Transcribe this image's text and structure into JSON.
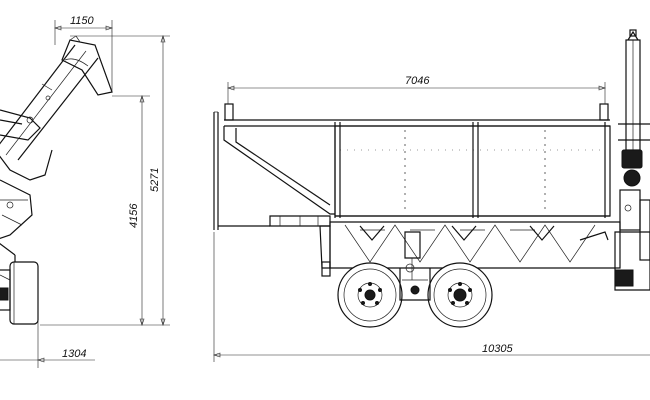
{
  "dimensions": {
    "top_offset": "1150",
    "total_height": "5271",
    "body_height": "4156",
    "rear_width": "1304",
    "body_length": "7046",
    "total_length": "10305"
  }
}
